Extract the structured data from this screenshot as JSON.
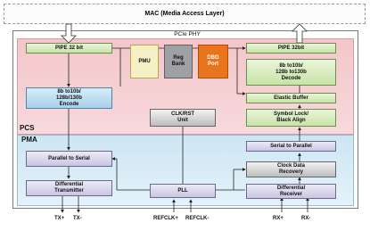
{
  "mac": {
    "label": "MAC (Media Access Layer)"
  },
  "phy": {
    "title": "PCIe PHY"
  },
  "pcs": {
    "label": "PCS"
  },
  "pma": {
    "label": "PMA"
  },
  "blocks": {
    "pipe_tx": "PIPE 32 bit",
    "encode": "8b to10b/\n128b/130b\nEncode",
    "pmu": "PMU",
    "reg_bank": "Reg\nBank",
    "dbg_port": "DBG\nPort",
    "clk_rst": "CLK/RST\nUnit",
    "pipe_rx": "PIPE 32bit",
    "decode": "8b to10b/\n128b to130b\nDecode",
    "elastic": "Elastic Buffer",
    "symbol_lock": "Symbol Lock/\nBlack Align",
    "p2s": "Parallel to Serial",
    "diff_tx": "Differential\nTransmitter",
    "pll": "PLL",
    "s2p": "Serial to Parallel",
    "cdr": "Clock Data\nRecovery",
    "diff_rx": "Differential\nReceiver"
  },
  "pins": {
    "tx_p": "TX+",
    "tx_n": "TX-",
    "refclk_p": "REFCLK+",
    "refclk_n": "REFCLK-",
    "rx_p": "RX+",
    "rx_n": "RX-"
  }
}
